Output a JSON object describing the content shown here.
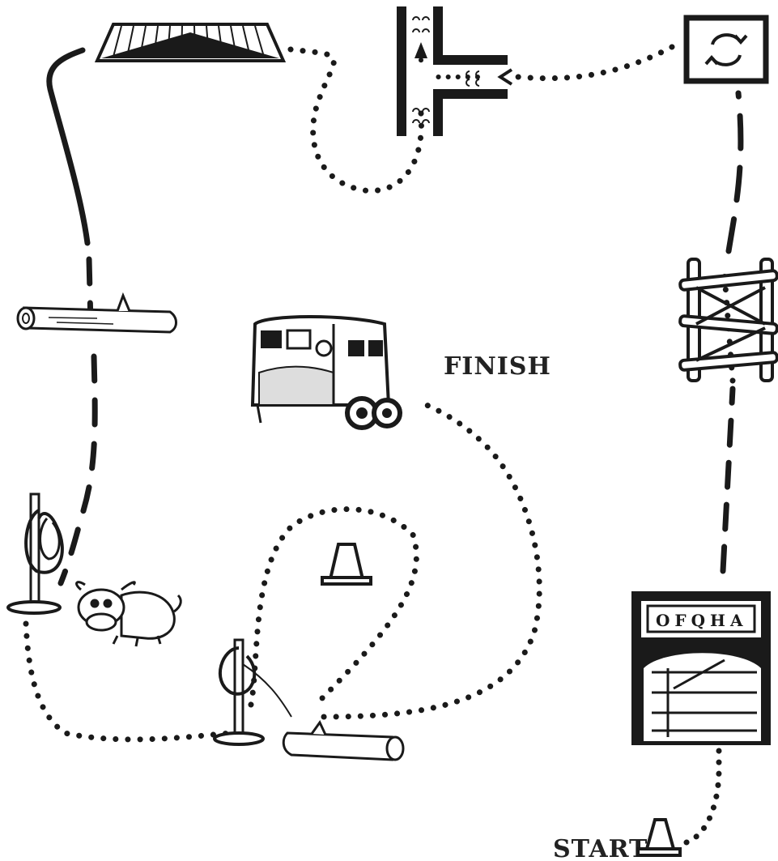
{
  "labels": {
    "finish": "FINISH",
    "start": "START"
  },
  "gate_sign": {
    "text": "OFQHA"
  },
  "obstacles": [
    {
      "name": "bridge",
      "icon": "bridge-icon"
    },
    {
      "name": "back-through-t",
      "icon": "t-backup-icon"
    },
    {
      "name": "turn-box",
      "icon": "rotate-arrows-icon"
    },
    {
      "name": "side-pass-poles",
      "icon": "poles-icon"
    },
    {
      "name": "log-top",
      "icon": "log-icon"
    },
    {
      "name": "horse-trailer",
      "icon": "trailer-icon"
    },
    {
      "name": "rope-post-left",
      "icon": "rope-post-icon"
    },
    {
      "name": "steer",
      "icon": "cow-icon"
    },
    {
      "name": "cone-center",
      "icon": "cone-icon"
    },
    {
      "name": "rope-post-bottom",
      "icon": "rope-post-icon"
    },
    {
      "name": "log-bottom",
      "icon": "log-icon"
    },
    {
      "name": "gate",
      "icon": "gate-icon"
    },
    {
      "name": "start-cone",
      "icon": "cone-icon"
    }
  ],
  "colors": {
    "ink": "#1a1a1a",
    "background": "#ffffff"
  }
}
